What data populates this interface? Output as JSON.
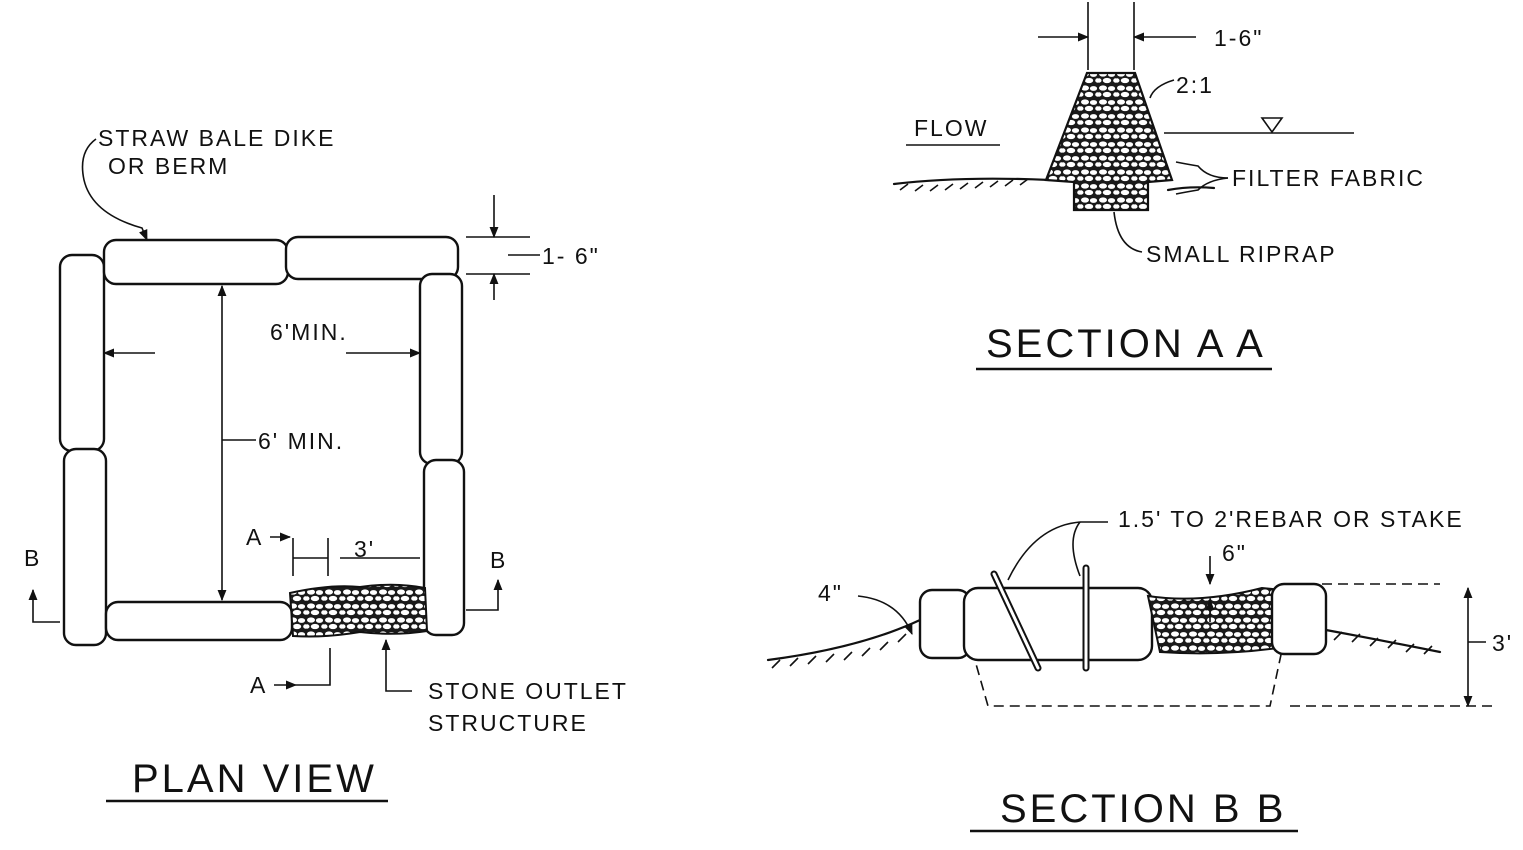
{
  "plan_view": {
    "title": "PLAN VIEW",
    "label_dike": "STRAW BALE DIKE",
    "label_dike_2": "OR BERM",
    "dim_bale_width": "1- 6\"",
    "dim_width": "6'MIN.",
    "dim_length": "6' MIN.",
    "dim_outlet": "3'",
    "section_a_top": "A",
    "section_a_bottom": "A",
    "section_b_left": "B",
    "section_b_right": "B",
    "label_outlet": "STONE OUTLET",
    "label_outlet_2": "STRUCTURE"
  },
  "section_aa": {
    "title": "SECTION A A",
    "dim_top": "1-6\"",
    "slope": "2:1",
    "flow": "FLOW",
    "filter": "FILTER FABRIC",
    "riprap": "SMALL RIPRAP"
  },
  "section_bb": {
    "title": "SECTION B B",
    "rebar": "1.5' TO 2'REBAR OR STAKE",
    "dim_6in": "6\"",
    "dim_4in": "4\"",
    "dim_3ft": "3'"
  }
}
